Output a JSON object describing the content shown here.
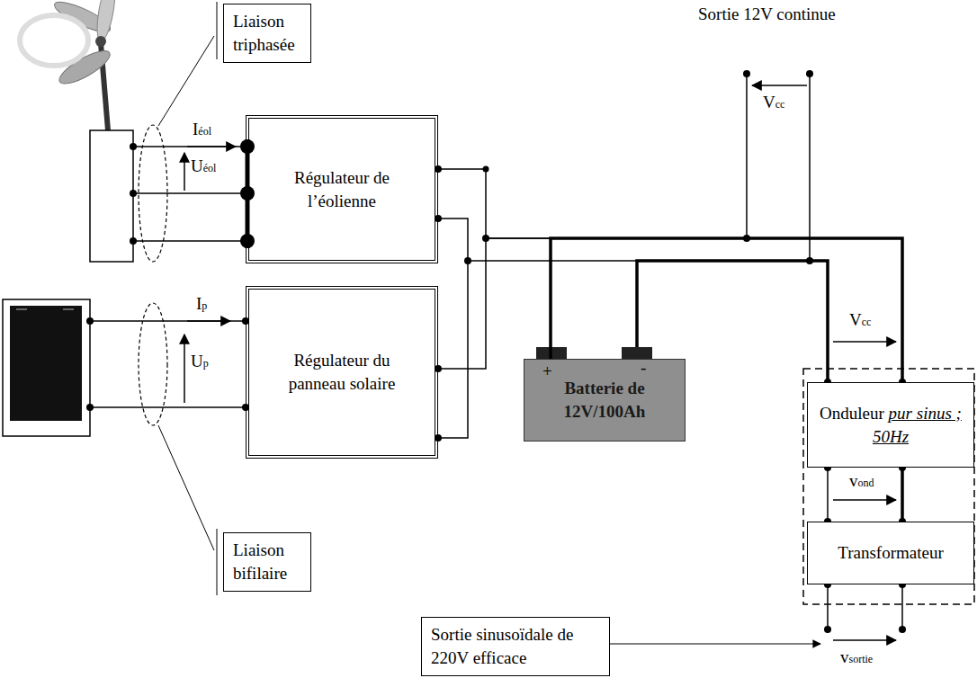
{
  "diagram": {
    "nodes": [
      {
        "text": [
          "Liaison triphasée"
        ]
      },
      {
        "text": [
          "Régulateur de l’éolienne"
        ]
      },
      {
        "text": [
          "Régulateur du panneau solaire"
        ]
      },
      {
        "text": [
          "Batterie de 12V/100Ah"
        ]
      },
      {
        "text": [
          "Onduleur",
          "pur sinus ; 50Hz"
        ]
      },
      {
        "text": [
          "Transformateur"
        ]
      },
      {
        "text": [
          "Liaison bifilaire"
        ]
      },
      {
        "text": [
          "Sortie sinusoïdale de 220V efficace"
        ]
      }
    ],
    "edges": [
      {
        "from": 1,
        "to": 3,
        "arrow": "none"
      },
      {
        "from": 2,
        "to": 3,
        "arrow": "none"
      },
      {
        "from": 3,
        "to": 4,
        "arrow": "none"
      },
      {
        "from": 4,
        "to": 5,
        "arrow": "none"
      }
    ],
    "labels": [
      "Sortie 12V continue",
      "Vcc",
      "Iéol",
      "Uéol",
      "+",
      "-",
      "Vcc",
      "Ip",
      "Up",
      "vond",
      "vsortie"
    ]
  }
}
